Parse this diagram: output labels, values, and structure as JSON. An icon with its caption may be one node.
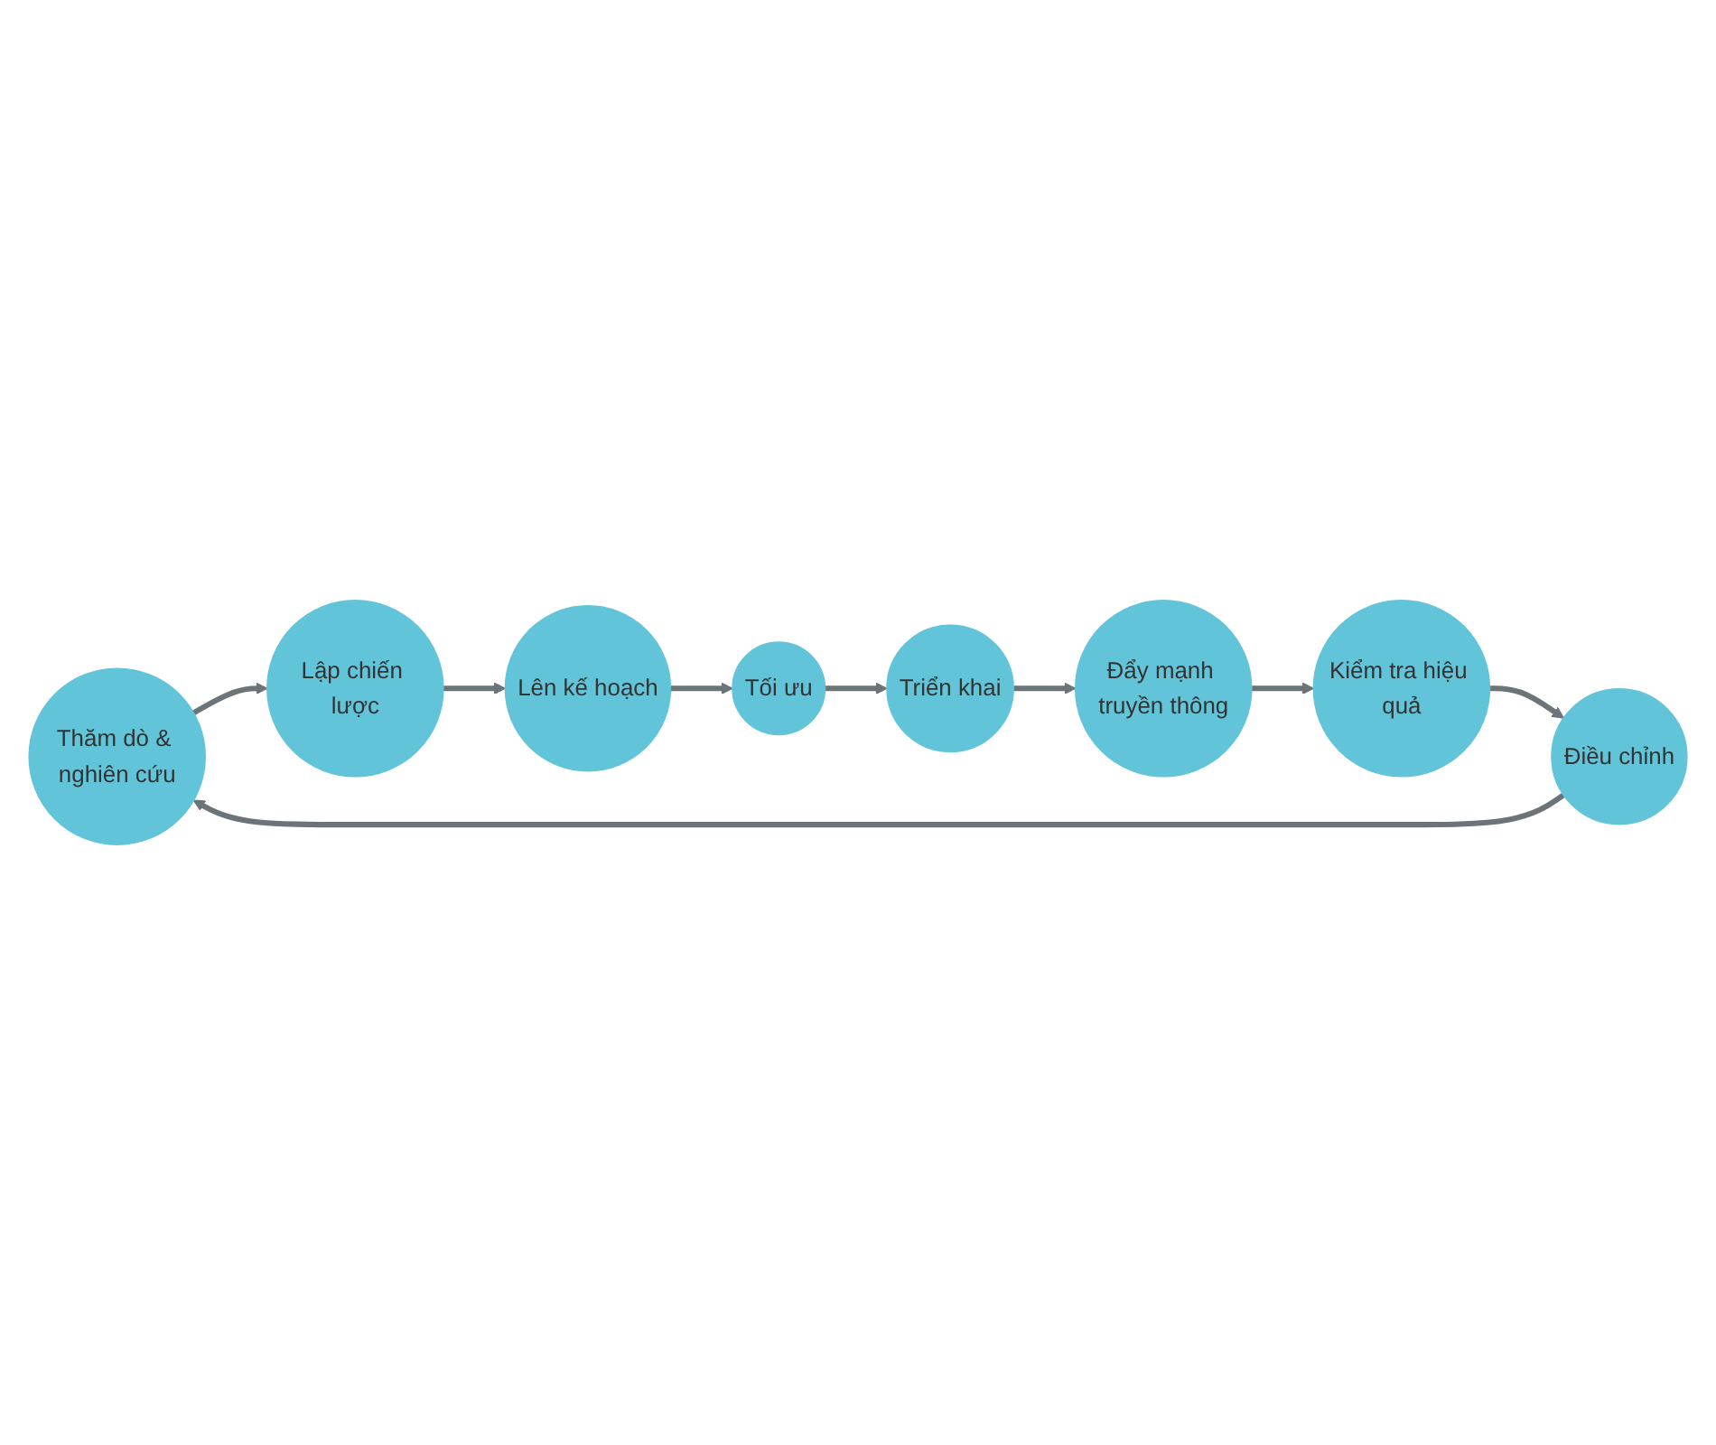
{
  "diagram": {
    "nodes": [
      {
        "text": [
          "Thăm dò & nghiên cứu"
        ]
      },
      {
        "text": [
          "Lập chiến lược"
        ]
      },
      {
        "text": [
          "Lên kế hoạch"
        ]
      },
      {
        "text": [
          "Tối ưu"
        ]
      },
      {
        "text": [
          "Triển khai"
        ]
      },
      {
        "text": [
          "Đẩy mạnh truyền thông"
        ]
      },
      {
        "text": [
          "Kiểm tra hiệu quả"
        ]
      },
      {
        "text": [
          "Điều chỉnh"
        ]
      }
    ],
    "edges": [
      {
        "from": 0,
        "to": 1,
        "arrow": "to"
      },
      {
        "from": 1,
        "to": 2,
        "arrow": "to"
      },
      {
        "from": 2,
        "to": 3,
        "arrow": "to"
      },
      {
        "from": 3,
        "to": 4,
        "arrow": "to"
      },
      {
        "from": 4,
        "to": 5,
        "arrow": "to"
      },
      {
        "from": 5,
        "to": 6,
        "arrow": "to"
      },
      {
        "from": 6,
        "to": 7,
        "arrow": "to"
      },
      {
        "from": 7,
        "to": 0,
        "arrow": "to"
      }
    ]
  }
}
